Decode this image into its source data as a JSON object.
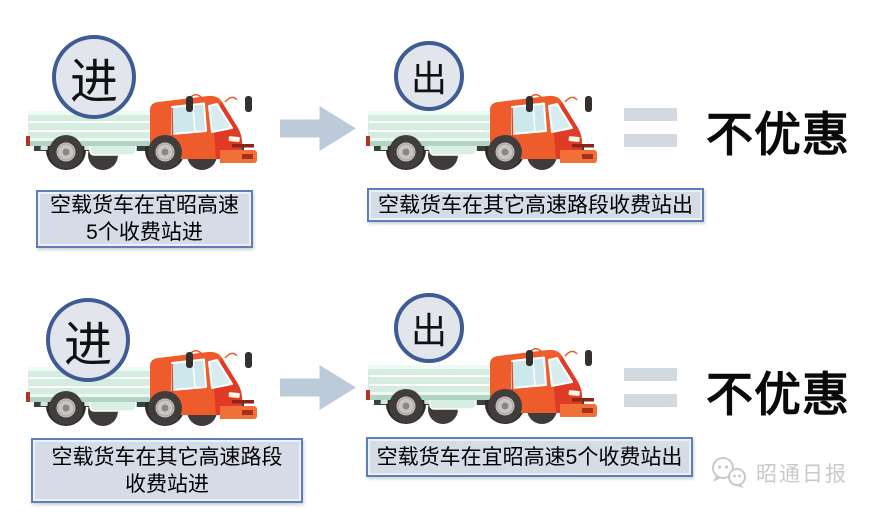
{
  "page": {
    "background": "#ffffff"
  },
  "colors": {
    "badge_border": "#3e5b94",
    "badge_fill": "#e2e6ec",
    "caption_border": "#5c7fb8",
    "caption_fill": "#d5dce7",
    "caption_inner_highlight": "#edf1f7",
    "arrow": "#bccad9",
    "equals_bar": "#d2d9e1",
    "result_text": "#0a0a0a",
    "truck_cab": "#ef5c2c",
    "truck_cab_front": "#e03b26",
    "truck_bed": "#d5eddf",
    "truck_glass": "#d9edf1",
    "watermark_gray": "#c9c9c9"
  },
  "rows": [
    {
      "entry_badge_label": "进",
      "entry_caption_line1": "空载货车在宜昭高速",
      "entry_caption_line2": "5个收费站进",
      "exit_badge_label": "出",
      "exit_caption": "空载货车在其它高速路段收费站出",
      "result_label": "不优惠"
    },
    {
      "entry_badge_label": "进",
      "entry_caption_line1": "空载货车在其它高速路段",
      "entry_caption_line2": "收费站进",
      "exit_badge_label": "出",
      "exit_caption": "空载货车在宜昭高速5个收费站出",
      "result_label": "不优惠"
    }
  ],
  "watermark": {
    "text": "昭通日报",
    "icon": "wechat-icon"
  }
}
